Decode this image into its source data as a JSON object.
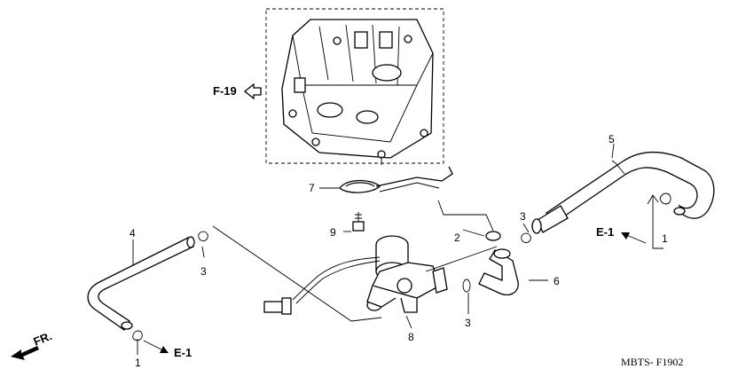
{
  "refs": {
    "front": "FR.",
    "f19": "F-19",
    "e1_right": "E-1",
    "e1_bottom": "E-1"
  },
  "callouts": {
    "c1_right": "1",
    "c1_bottom": "1",
    "c2": "2",
    "c3_left": "3",
    "c3_mid": "3",
    "c3_bottom": "3",
    "c4": "4",
    "c5": "5",
    "c6": "6",
    "c7": "7",
    "c8": "8",
    "c9": "9"
  },
  "diagram_code": "MBTS- F1902"
}
